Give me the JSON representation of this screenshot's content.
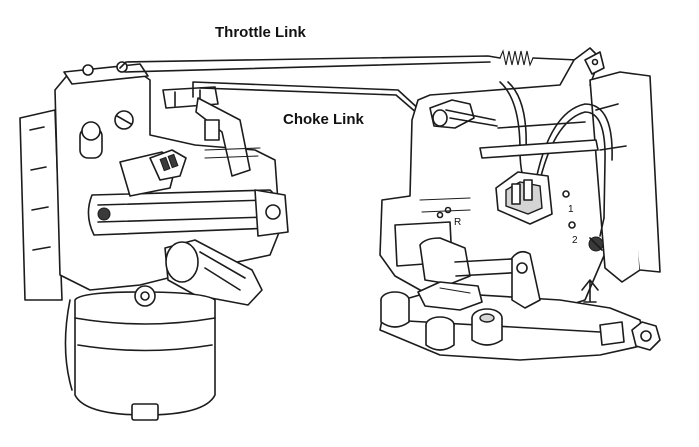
{
  "labels": {
    "throttle_link": "Throttle Link",
    "choke_link": "Choke Link"
  },
  "marks": {
    "r": "R",
    "one": "1",
    "two": "2"
  }
}
